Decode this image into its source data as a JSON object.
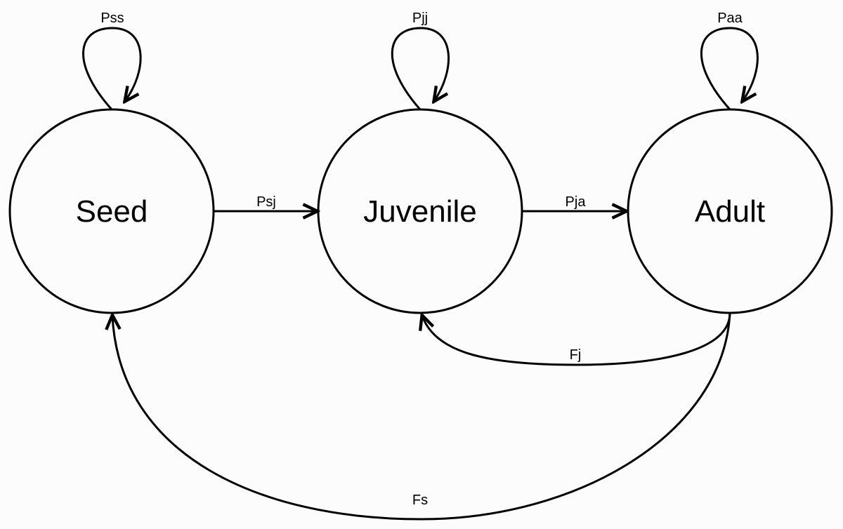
{
  "diagram": {
    "nodes": [
      {
        "id": "seed",
        "label": "Seed"
      },
      {
        "id": "juvenile",
        "label": "Juvenile"
      },
      {
        "id": "adult",
        "label": "Adult"
      }
    ],
    "edges": [
      {
        "id": "pss",
        "from": "seed",
        "to": "seed",
        "label": "Pss"
      },
      {
        "id": "pjj",
        "from": "juvenile",
        "to": "juvenile",
        "label": "Pjj"
      },
      {
        "id": "paa",
        "from": "adult",
        "to": "adult",
        "label": "Paa"
      },
      {
        "id": "psj",
        "from": "seed",
        "to": "juvenile",
        "label": "Psj"
      },
      {
        "id": "pja",
        "from": "juvenile",
        "to": "adult",
        "label": "Pja"
      },
      {
        "id": "fj",
        "from": "adult",
        "to": "juvenile",
        "label": "Fj"
      },
      {
        "id": "fs",
        "from": "adult",
        "to": "seed",
        "label": "Fs"
      }
    ]
  }
}
